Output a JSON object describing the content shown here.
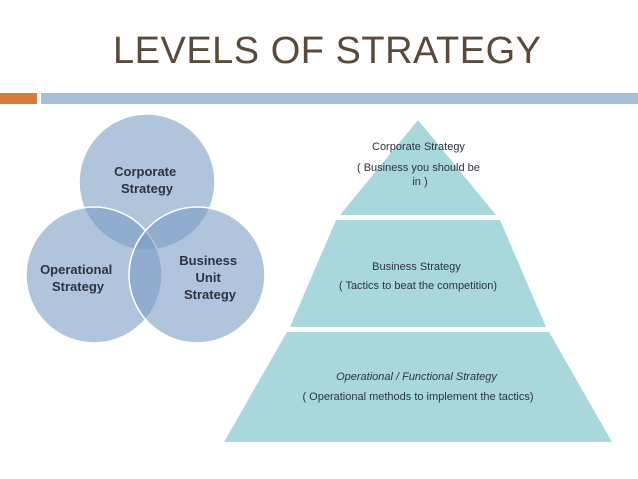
{
  "title": "LEVELS OF STRATEGY",
  "colors": {
    "title": "#5a4a3a",
    "accent_orange": "#d57b3e",
    "accent_blue": "#a7bfd6",
    "circle_fill": "#7c9cc4",
    "pyramid_fill": "#a8d7dc"
  },
  "venn": {
    "corporate": [
      "Corporate",
      "Strategy"
    ],
    "operational": [
      "Operational",
      "Strategy"
    ],
    "business_unit": [
      "Business",
      "Unit",
      "Strategy"
    ]
  },
  "pyramid": {
    "top": [
      "Corporate Strategy",
      "( Business you should be",
      "in )"
    ],
    "middle": [
      "Business Strategy",
      "( Tactics to beat the competition)"
    ],
    "bottom": [
      "Operational / Functional Strategy",
      "( Operational methods to implement the tactics)"
    ]
  }
}
